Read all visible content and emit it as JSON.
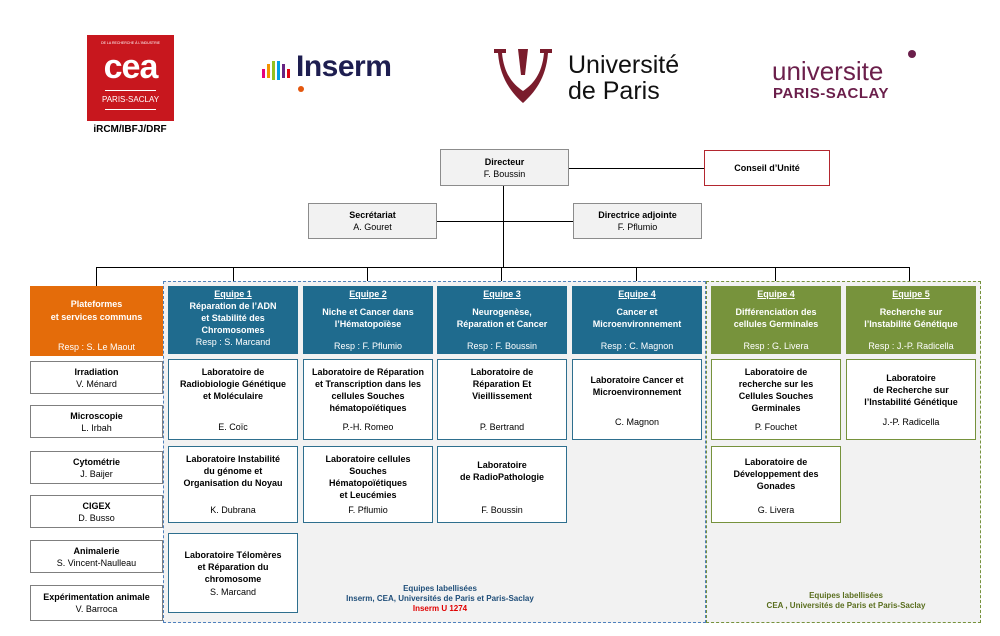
{
  "logos": {
    "cea_top_small": "DE LA RECHERCHE À L'INDUSTRIE",
    "cea": "cea",
    "cea_sub": "PARIS-SACLAY",
    "cea_caption": "iRCM/IBFJ/DRF",
    "inserm": "Inserm",
    "upc_line1": "Université",
    "upc_line2": "de Paris",
    "ups_line1": "universite",
    "ups_line2": "PARIS-SACLAY"
  },
  "colors": {
    "cea_red": "#c8171e",
    "inserm_blue": "#1e1e50",
    "upc_burgundy": "#7a1c2c",
    "ups_plum": "#6b1f4b",
    "orange": "#e46c0a",
    "blue": "#1f6b8e",
    "green": "#77933c"
  },
  "director": {
    "title": "Directeur",
    "name": "F. Boussin"
  },
  "council": {
    "title": "Conseil d’Unité"
  },
  "secretariat": {
    "title": "Secrétariat",
    "name": "A. Gouret"
  },
  "deputy": {
    "title": "Directrice adjointe",
    "name": "F. Pflumio"
  },
  "platforms": {
    "title_line1": "Plateformes",
    "title_line2": "et services communs",
    "resp": "Resp : S. Le Maout",
    "items": [
      {
        "title": "Irradiation",
        "name": "V. Ménard"
      },
      {
        "title": "Microscopie",
        "name": "L. Irbah"
      },
      {
        "title": "Cytométrie",
        "name": "J. Baijer"
      },
      {
        "title": "CIGEX",
        "name": "D. Busso"
      },
      {
        "title": "Animalerie",
        "name": "S. Vincent-Naulleau"
      },
      {
        "title": "Expérimentation animale",
        "name": "V. Barroca"
      }
    ]
  },
  "teams": [
    {
      "label": "Equipe 1",
      "title_l1": "Réparation de l’ADN",
      "title_l2": "et Stabilité des",
      "title_l3": "Chromosomes",
      "resp": "Resp : S. Marcand"
    },
    {
      "label": "Equipe 2",
      "title_l1": "Niche et Cancer dans",
      "title_l2": "l’Hématopoïèse",
      "title_l3": "",
      "resp": "Resp : F. Pflumio"
    },
    {
      "label": "Equipe 3",
      "title_l1": "Neurogenèse,",
      "title_l2": "Réparation et Cancer",
      "title_l3": "",
      "resp": "Resp : F. Boussin"
    },
    {
      "label": "Equipe 4",
      "title_l1": "Cancer et",
      "title_l2": "Microenvironnement",
      "title_l3": "",
      "resp": "Resp : C. Magnon"
    },
    {
      "label": "Equipe 4",
      "title_l1": "Différenciation des",
      "title_l2": "cellules Germinales",
      "title_l3": "",
      "resp": "Resp : G. Livera"
    },
    {
      "label": "Equipe 5",
      "title_l1": "Recherche sur",
      "title_l2": "l’Instabilité Génétique",
      "title_l3": "",
      "resp": "Resp : J.-P. Radicella"
    }
  ],
  "labs": {
    "t1": [
      {
        "l1": "Laboratoire de",
        "l2": "Radiobiologie Génétique",
        "l3": "et Moléculaire",
        "l4": "",
        "name": "E. Coïc"
      },
      {
        "l1": "Laboratoire Instabilité",
        "l2": "du génome et",
        "l3": "Organisation du Noyau",
        "l4": "",
        "name": "K. Dubrana"
      },
      {
        "l1": "Laboratoire Télomères",
        "l2": "et Réparation du",
        "l3": "chromosome",
        "l4": "",
        "name": "S. Marcand"
      }
    ],
    "t2": [
      {
        "l1": "Laboratoire de Réparation",
        "l2": "et Transcription dans les",
        "l3": "cellules Souches",
        "l4": "hématopoïétiques",
        "name": "P.-H. Romeo"
      },
      {
        "l1": "Laboratoire cellules",
        "l2": "Souches",
        "l3": "Hématopoïétiques",
        "l4": "et Leucémies",
        "name": "F. Pflumio"
      }
    ],
    "t3": [
      {
        "l1": "Laboratoire de",
        "l2": "Réparation Et",
        "l3": "Vieillissement",
        "l4": "",
        "name": "P. Bertrand"
      },
      {
        "l1": "Laboratoire",
        "l2": "de RadioPathologie",
        "l3": "",
        "l4": "",
        "name": "F. Boussin"
      }
    ],
    "t4": [
      {
        "l1": "Laboratoire Cancer et",
        "l2": "Microenvironnement",
        "l3": "",
        "l4": "",
        "name": "C. Magnon"
      }
    ],
    "t5": [
      {
        "l1": "Laboratoire de",
        "l2": "recherche sur les",
        "l3": "Cellules Souches",
        "l4": "Germinales",
        "name": "P. Fouchet"
      },
      {
        "l1": "Laboratoire de",
        "l2": "Développement des",
        "l3": "Gonades",
        "l4": "",
        "name": "G. Livera"
      }
    ],
    "t6": [
      {
        "l1": "Laboratoire",
        "l2": "de Recherche sur",
        "l3": "l’Instabilité Génétique",
        "l4": "",
        "name": "J.-P. Radicella"
      }
    ]
  },
  "notes": {
    "blue_l1": "Equipes labellisées",
    "blue_l2": "Inserm, CEA, Universités de Paris et Paris-Saclay",
    "blue_l3": "Inserm U 1274",
    "green_l1": "Equipes labellisées",
    "green_l2": "CEA , Universités de Paris et Paris-Saclay"
  }
}
